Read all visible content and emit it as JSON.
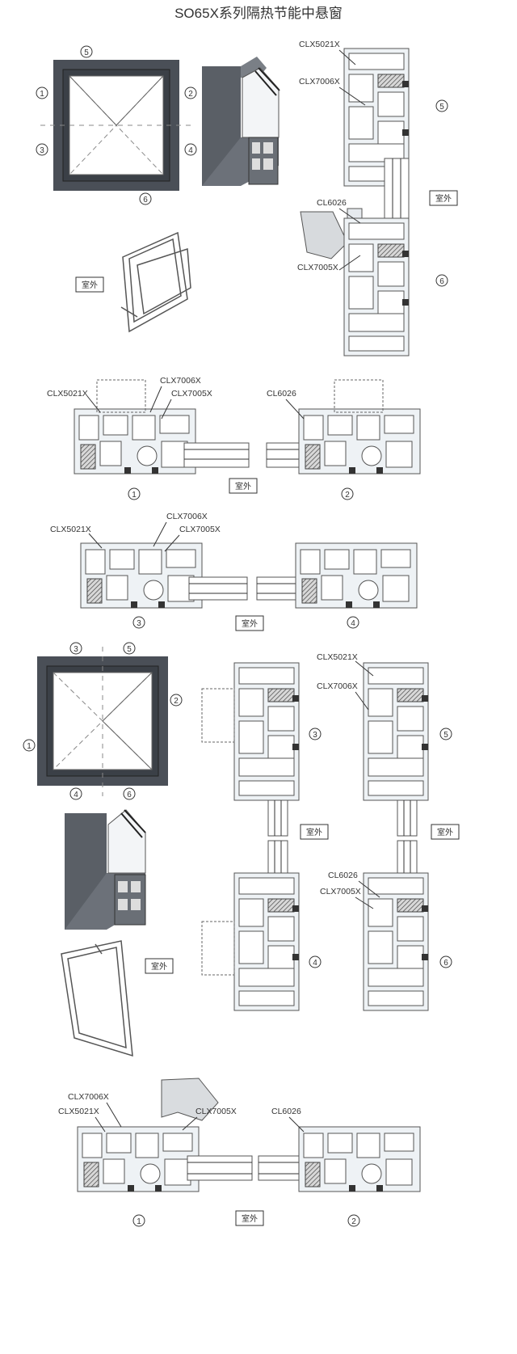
{
  "title": "SO65X系列隔热节能中悬窗",
  "labels": {
    "outdoor": "室外",
    "clx5021x": "CLX5021X",
    "clx7006x": "CLX7006X",
    "clx7005x": "CLX7005X",
    "cl6026": "CL6026"
  },
  "numbers": {
    "n1": "1",
    "n2": "2",
    "n3": "3",
    "n4": "4",
    "n5": "5",
    "n6": "6"
  },
  "colors": {
    "frame_dark": "#4a4f57",
    "profile_fill": "#eef2f5",
    "profile_stroke": "#555555",
    "gasket": "#333333"
  }
}
